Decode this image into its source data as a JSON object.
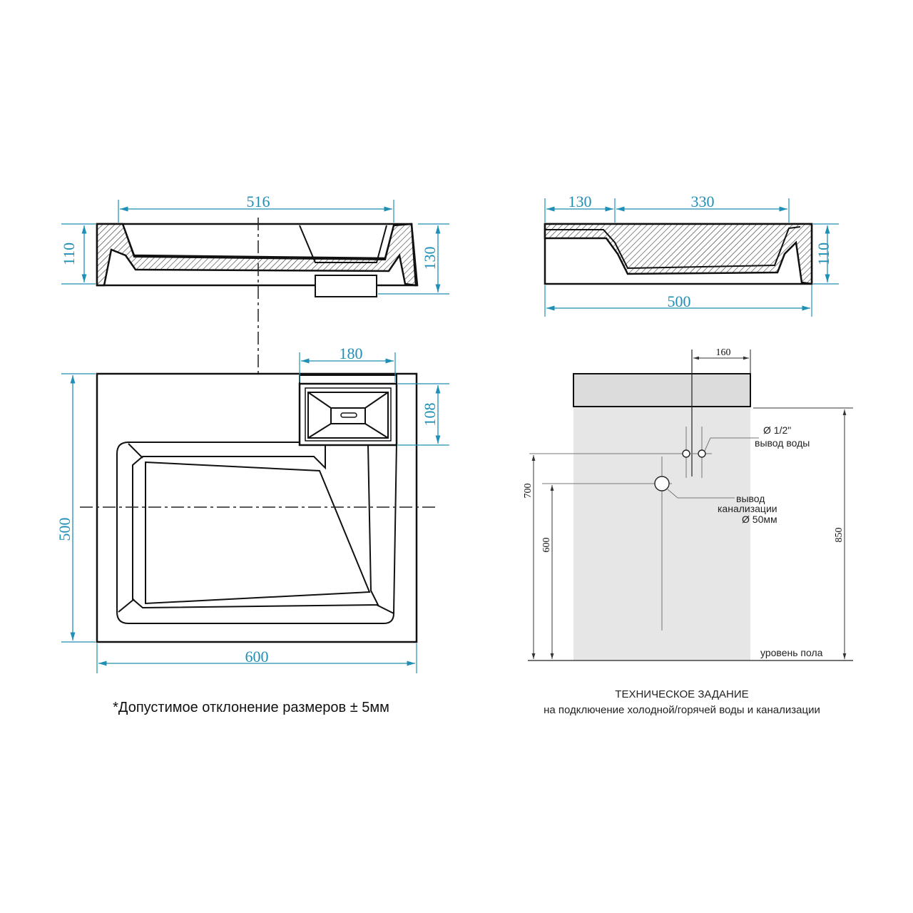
{
  "section_view": {
    "dim_top_width": "516",
    "dim_left_height": "110",
    "dim_right_height": "130"
  },
  "side_view": {
    "dim_shelf": "130",
    "dim_bowl": "330",
    "dim_right_height": "110",
    "dim_total_width": "500"
  },
  "plan_view": {
    "dim_drain_box_width": "180",
    "dim_drain_box_depth": "108",
    "dim_depth": "500",
    "dim_width": "600"
  },
  "tolerance_note": "*Допустимое отклонение размеров ± 5мм",
  "connection_scheme": {
    "dim_offset": "160",
    "water_label_1": "Ø 1/2\"",
    "water_label_2": "вывод воды",
    "sewer_label_1": "вывод",
    "sewer_label_2": "канализации",
    "sewer_label_3": "Ø 50мм",
    "dim_700": "700",
    "dim_600": "600",
    "dim_850": "850",
    "floor_label": "уровень пола",
    "caption_title": "ТЕХНИЧЕСКОЕ ЗАДАНИЕ",
    "caption_subtitle": "на подключение холодной/горячей воды и канализации"
  },
  "colors": {
    "dimension": "#1f8fb5",
    "outline": "#111111",
    "install_zone": "#e6e6e6",
    "basin_top": "#dcdcdc"
  }
}
